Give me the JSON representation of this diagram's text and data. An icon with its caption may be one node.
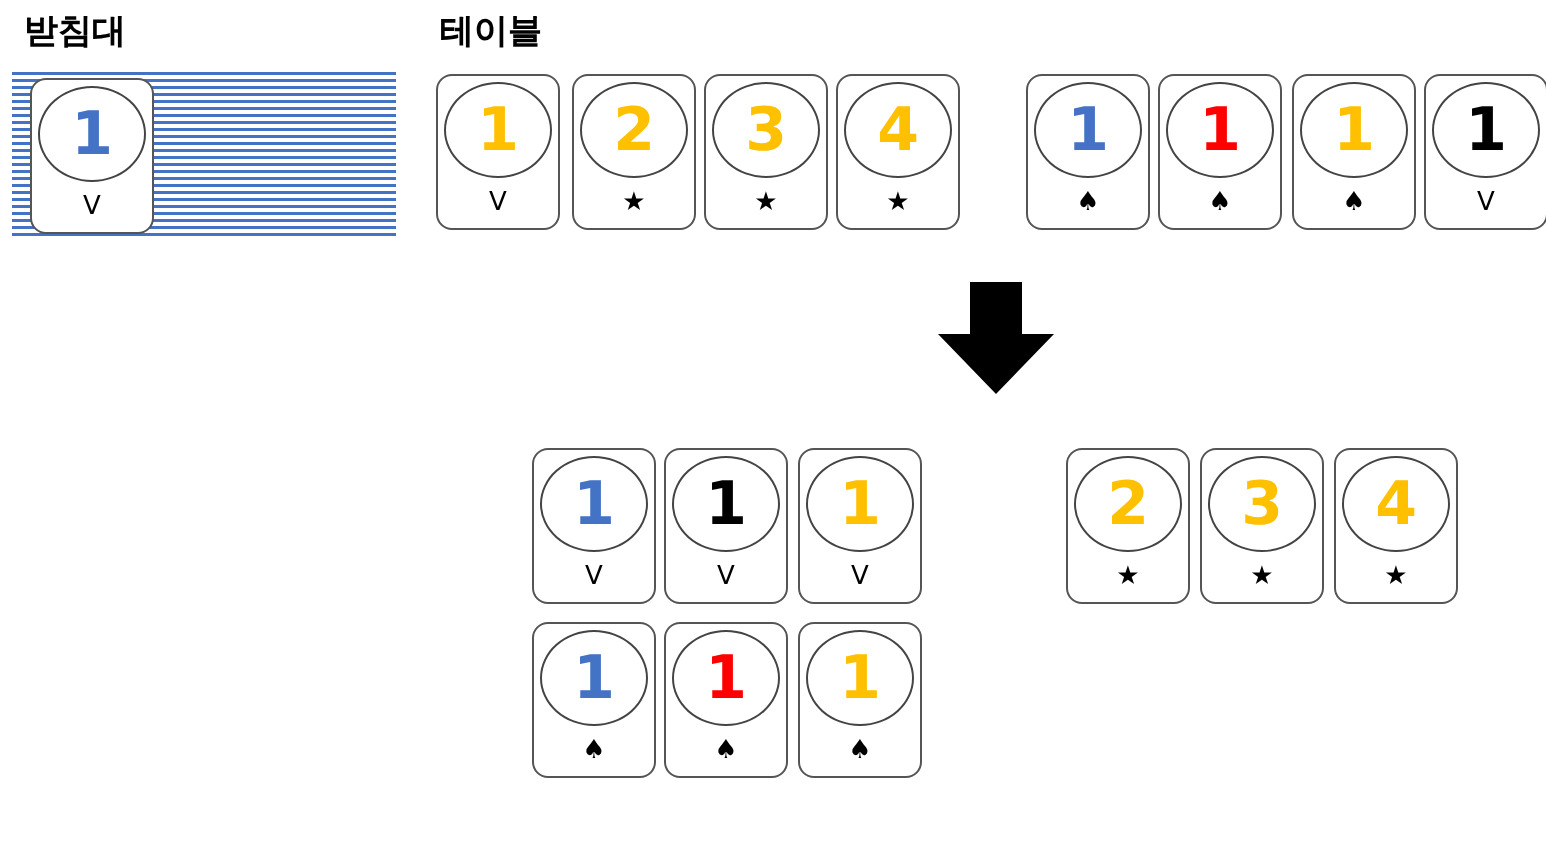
{
  "diagram": {
    "nodes": [
      {
        "text": [
          "받침대"
        ]
      },
      {
        "text": [
          "1",
          "V"
        ],
        "in": 0
      },
      {
        "text": [
          "1",
          "V"
        ]
      },
      {
        "text": [
          "2",
          "★"
        ]
      },
      {
        "text": [
          "3",
          "★"
        ]
      },
      {
        "text": [
          "4",
          "★"
        ]
      },
      {
        "text": [
          "1",
          "♠"
        ]
      },
      {
        "text": [
          "1",
          "♠"
        ]
      },
      {
        "text": [
          "1",
          "♠"
        ]
      },
      {
        "text": [
          "1",
          "V"
        ]
      },
      {
        "text": [
          "1",
          "V"
        ]
      },
      {
        "text": [
          "1",
          "V"
        ]
      },
      {
        "text": [
          "1",
          "V"
        ]
      },
      {
        "text": [
          "2",
          "★"
        ]
      },
      {
        "text": [
          "3",
          "★"
        ]
      },
      {
        "text": [
          "4",
          "★"
        ]
      },
      {
        "text": [
          "1",
          "♠"
        ]
      },
      {
        "text": [
          "1",
          "♠"
        ]
      },
      {
        "text": [
          "1",
          "♠"
        ]
      }
    ],
    "labels": [
      "테이블"
    ]
  }
}
